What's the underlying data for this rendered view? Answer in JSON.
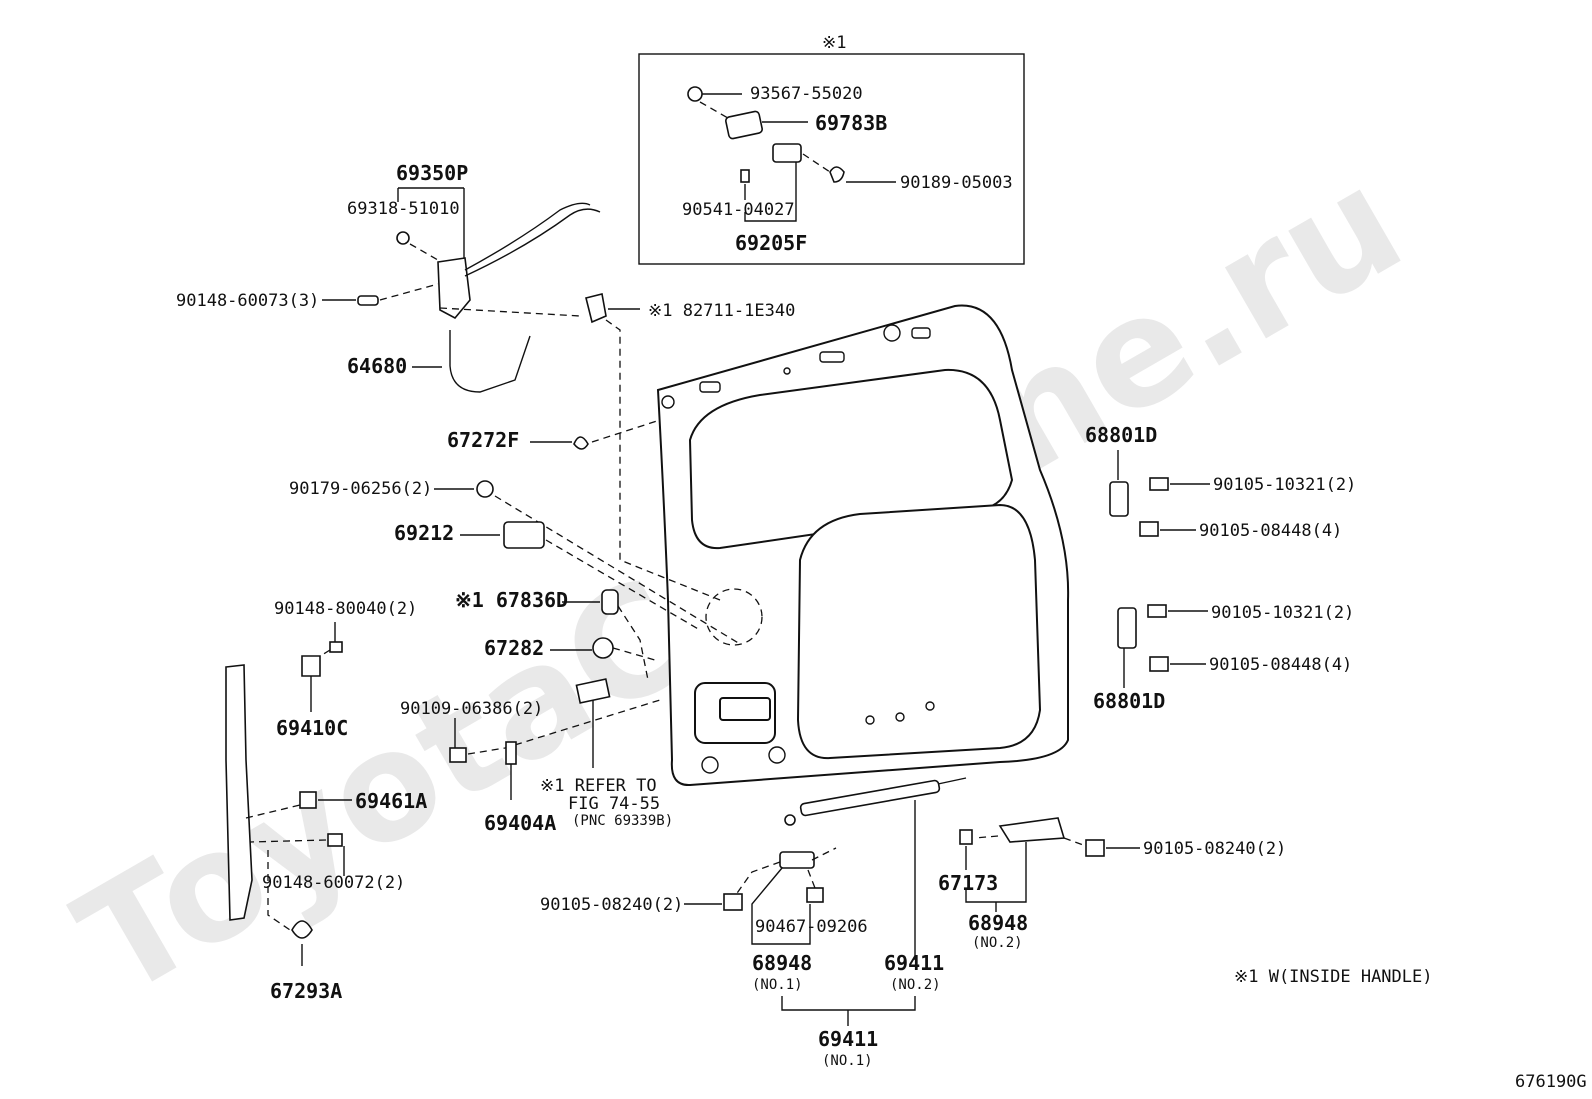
{
  "watermark": "ToyotaCarMine.ru",
  "figure_code": "676190G",
  "note_bottom": "※1 W(INSIDE HANDLE)",
  "inset": {
    "title": "※1",
    "labels": {
      "p1": "93567-55020",
      "p2": "69783B",
      "p3": "90189-05003",
      "p4": "90541-04027",
      "p5": "69205F"
    }
  },
  "labels": {
    "l69350P": "69350P",
    "l69318": "69318-51010",
    "l90148_73": "90148-60073(3)",
    "l82711": "※1 82711-1E340",
    "l64680": "64680",
    "l67272F": "67272F",
    "l90179": "90179-06256(2)",
    "l69212": "69212",
    "l67836D": "※1 67836D",
    "l90148_40": "90148-80040(2)",
    "l67282": "67282",
    "l69410C": "69410C",
    "l90109": "90109-06386(2)",
    "l69461A": "69461A",
    "l69404A": "69404A",
    "ref1": "※1 REFER TO",
    "ref2": "FIG 74-55",
    "ref3": "(PNC 69339B)",
    "l90148_72": "90148-60072(2)",
    "l67293A": "67293A",
    "l68801D_a": "68801D",
    "l90105_10321a": "90105-10321(2)",
    "l90105_08448a": "90105-08448(4)",
    "l90105_10321b": "90105-10321(2)",
    "l90105_08448b": "90105-08448(4)",
    "l68801D_b": "68801D",
    "l90105_08240r": "90105-08240(2)",
    "l67173": "67173",
    "l68948_r": "68948",
    "l68948_r_no": "(NO.2)",
    "l90105_08240l": "90105-08240(2)",
    "l90467": "90467-09206",
    "l68948_l": "68948",
    "l68948_l_no": "(NO.1)",
    "l69411_a": "69411",
    "l69411_a_no": "(NO.2)",
    "l69411_b": "69411",
    "l69411_b_no": "(NO.1)"
  }
}
